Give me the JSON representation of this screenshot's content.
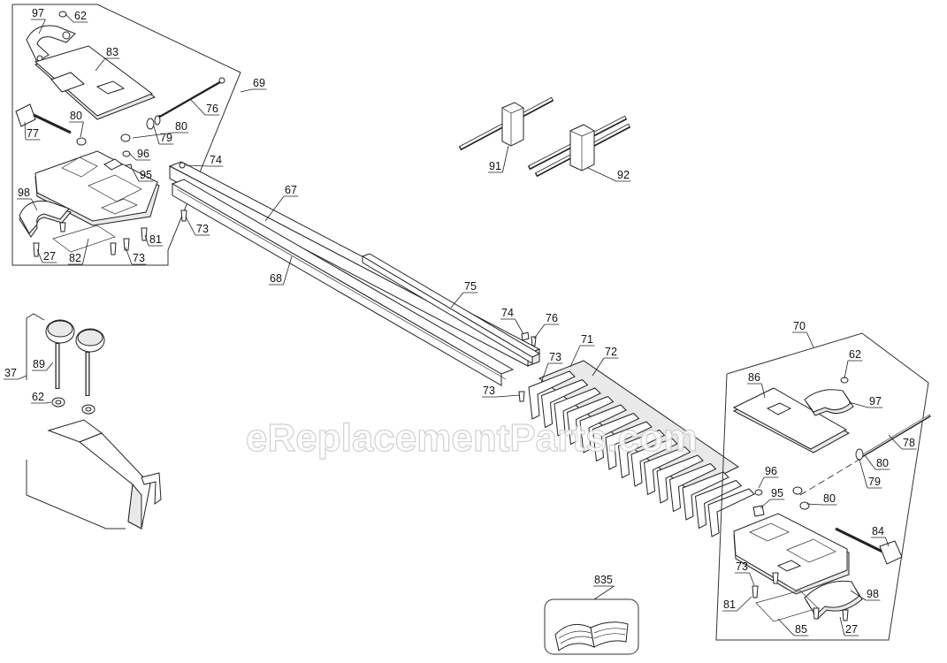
{
  "watermark": "eReplacementParts.com",
  "callouts": {
    "c97a": "97",
    "c62a": "62",
    "c83": "83",
    "c69": "69",
    "c76a": "76",
    "c77": "77",
    "c80a": "80",
    "c80b": "80",
    "c79a": "79",
    "c96a": "96",
    "c95a": "95",
    "c98a": "98",
    "c81a": "81",
    "c27a": "27",
    "c82": "82",
    "c73a": "73",
    "c74a": "74",
    "c67": "67",
    "c73b": "73",
    "c68": "68",
    "c91": "91",
    "c92": "92",
    "c75": "75",
    "c74b": "74",
    "c76b": "76",
    "c71": "71",
    "c72": "72",
    "c73c": "73",
    "c73d": "73",
    "c37": "37",
    "c89": "89",
    "c62b": "62",
    "c70": "70",
    "c86": "86",
    "c62c": "62",
    "c97b": "97",
    "c78": "78",
    "c80c": "80",
    "c79b": "79",
    "c96b": "96",
    "c95b": "95",
    "c80d": "80",
    "c84": "84",
    "c73e": "73",
    "c81b": "81",
    "c98b": "98",
    "c85": "85",
    "c27b": "27",
    "c835": "835"
  }
}
